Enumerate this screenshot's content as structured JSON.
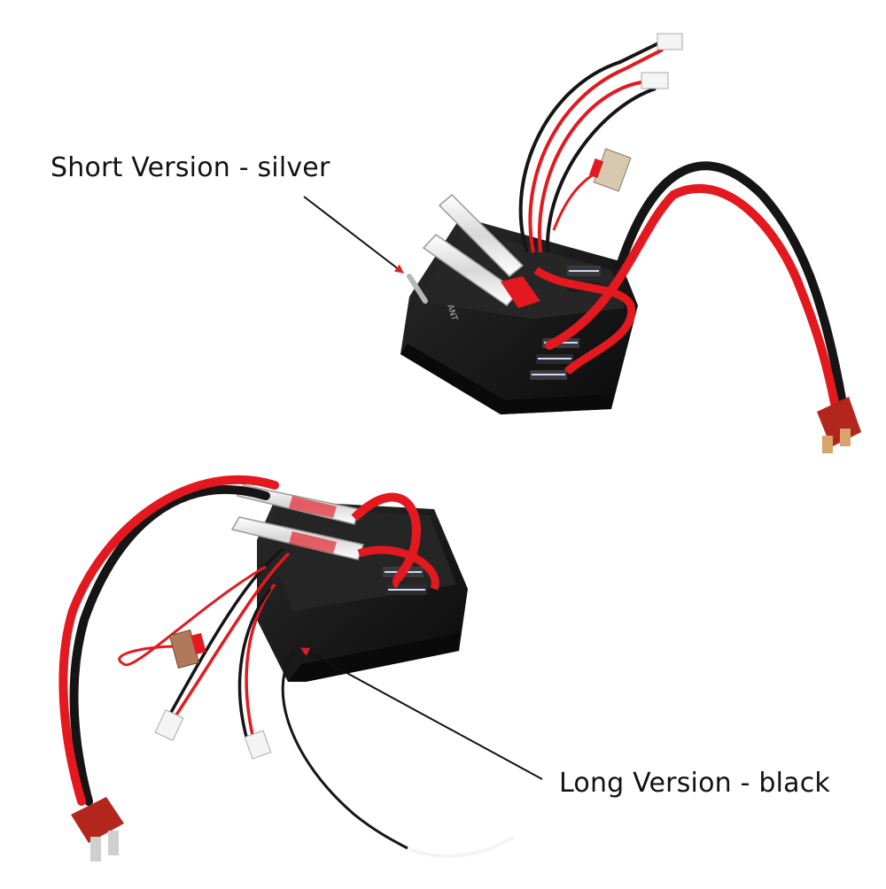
{
  "labels": {
    "short_version": "Short Version - silver",
    "long_version": "Long Version - black"
  },
  "board_text": "ANT",
  "colors": {
    "arrow_head": "#e02020",
    "arrow_line": "#111111",
    "wire_red": "#e3191f",
    "wire_black": "#151515",
    "wire_blue_black": "#1c2a55",
    "housing": "#141414",
    "connector_t_plug": "#b3261e",
    "antenna_silver": "#b8b8b8",
    "antenna_white_tip": "#f4f4f4"
  }
}
